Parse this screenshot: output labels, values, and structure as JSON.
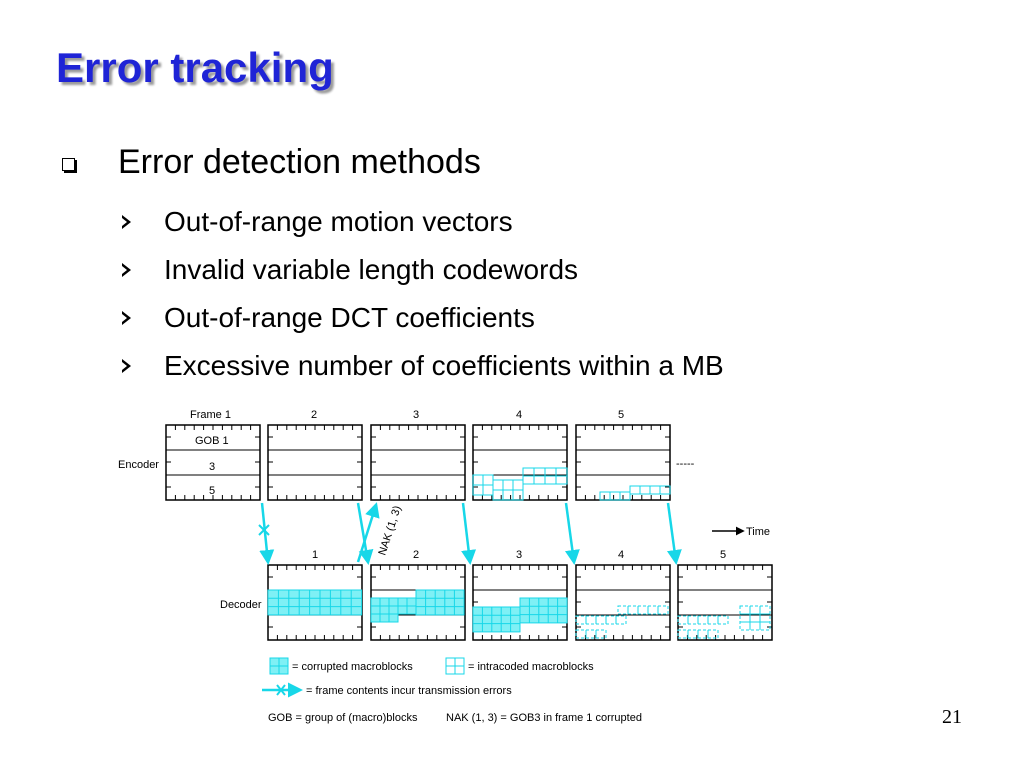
{
  "slide": {
    "title": "Error tracking",
    "bullet": "Error detection methods",
    "sub_bullets": [
      "Out-of-range motion vectors",
      "Invalid variable length codewords",
      "Out-of-range DCT coefficients",
      "Excessive number of coefficients within a MB"
    ],
    "page_number": "21"
  },
  "diagram": {
    "encoder_label": "Encoder",
    "decoder_label": "Decoder",
    "encoder_frame_labels": [
      "Frame 1",
      "2",
      "3",
      "4",
      "5"
    ],
    "decoder_frame_labels": [
      "1",
      "2",
      "3",
      "4",
      "5"
    ],
    "gob_labels": [
      "GOB 1",
      "3",
      "5"
    ],
    "continuation": "-----",
    "nak_label": "NAK (1, 3)",
    "time_label": "Time",
    "legend": {
      "corrupted": "= corrupted macroblocks",
      "intracoded": "= intracoded macroblocks",
      "transmission": "= frame contents incur transmission errors",
      "gob_def": "GOB = group of (macro)blocks",
      "nak_def": "NAK (1, 3) = GOB3 in frame 1 corrupted"
    },
    "colors": {
      "accent": "#17d7e8",
      "fill": "#7ff0f5"
    }
  }
}
